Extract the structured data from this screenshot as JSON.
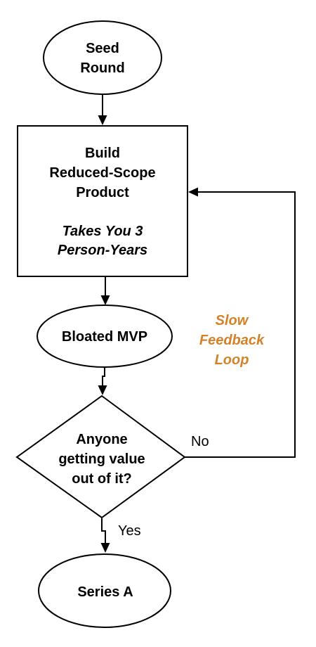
{
  "nodes": {
    "seed_round": {
      "line1": "Seed",
      "line2": "Round"
    },
    "build_product": {
      "line1": "Build",
      "line2": "Reduced-Scope",
      "line3": "Product",
      "note_line1": "Takes You 3",
      "note_line2": "Person-Years"
    },
    "bloated_mvp": {
      "label": "Bloated MVP"
    },
    "decision": {
      "line1": "Anyone",
      "line2": "getting value",
      "line3": "out of it?"
    },
    "series_a": {
      "label": "Series A"
    }
  },
  "edges": {
    "no_label": "No",
    "yes_label": "Yes"
  },
  "annotation": {
    "line1": "Slow",
    "line2": "Feedback",
    "line3": "Loop",
    "color": "#d4822a"
  }
}
